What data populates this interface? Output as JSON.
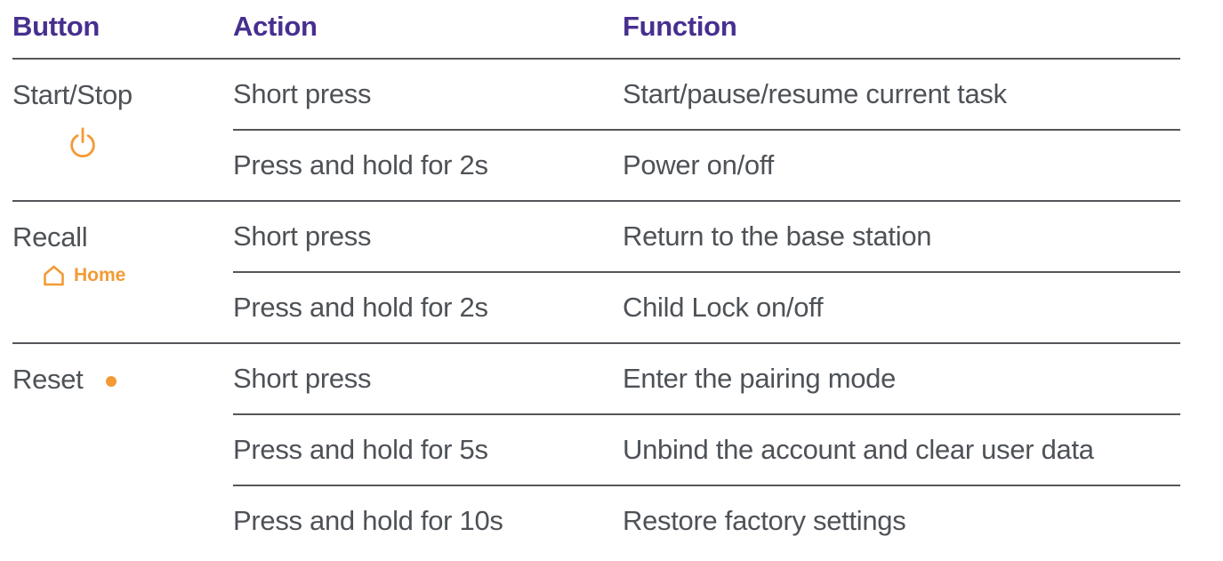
{
  "table": {
    "headers": [
      "Button",
      "Action",
      "Function"
    ],
    "groups": [
      {
        "button": {
          "label": "Start/Stop",
          "icon": "power-icon"
        },
        "rows": [
          {
            "action": "Short press",
            "function": "Start/pause/resume current task"
          },
          {
            "action": "Press and hold for 2s",
            "function": "Power on/off"
          }
        ]
      },
      {
        "button": {
          "label": "Recall",
          "icon": "home-icon",
          "icon_label": "Home"
        },
        "rows": [
          {
            "action": "Short press",
            "function": "Return to the base station"
          },
          {
            "action": "Press and hold for 2s",
            "function": "Child Lock on/off"
          }
        ]
      },
      {
        "button": {
          "label": "Reset",
          "icon": "dot-icon"
        },
        "rows": [
          {
            "action": "Short press",
            "function": "Enter the pairing mode"
          },
          {
            "action": "Press and hold for 5s",
            "function": "Unbind the account and clear user data"
          },
          {
            "action": "Press and hold for 10s",
            "function": "Restore factory settings"
          }
        ]
      }
    ]
  },
  "colors": {
    "header_purple": "#472F8F",
    "body_text": "#4E5257",
    "accent_orange": "#F39A35",
    "divider_gray": "#55565A"
  }
}
